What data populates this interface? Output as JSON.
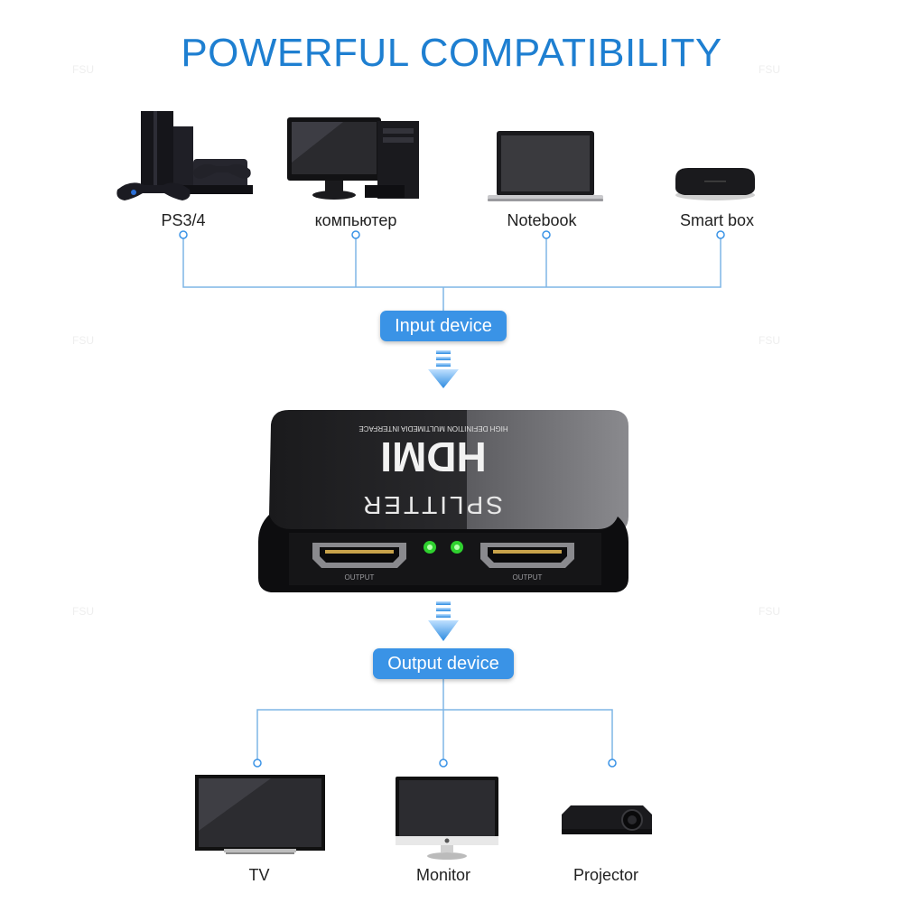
{
  "title": "POWERFUL COMPATIBILITY",
  "input_devices": [
    {
      "label": "PS3/4",
      "icon": "game-console-icon"
    },
    {
      "label": "компьютер",
      "icon": "desktop-computer-icon"
    },
    {
      "label": "Notebook",
      "icon": "laptop-icon"
    },
    {
      "label": "Smart box",
      "icon": "tv-box-icon"
    }
  ],
  "input_label": "Input device",
  "output_label": "Output device",
  "splitter": {
    "brand_text": "HDMI",
    "subtitle_text": "HIGH DEFINITION MULTIMEDIA INTERFACE",
    "model_text": "SPLITTER",
    "port_labels": [
      "OUTPUT",
      "OUTPUT"
    ]
  },
  "output_devices": [
    {
      "label": "TV",
      "icon": "tv-icon"
    },
    {
      "label": "Monitor",
      "icon": "monitor-icon"
    },
    {
      "label": "Projector",
      "icon": "projector-icon"
    }
  ],
  "colors": {
    "accent": "#1e7fd1",
    "pill": "#3a93e6",
    "line": "#7fb6e6",
    "led": "#2fd12f"
  }
}
